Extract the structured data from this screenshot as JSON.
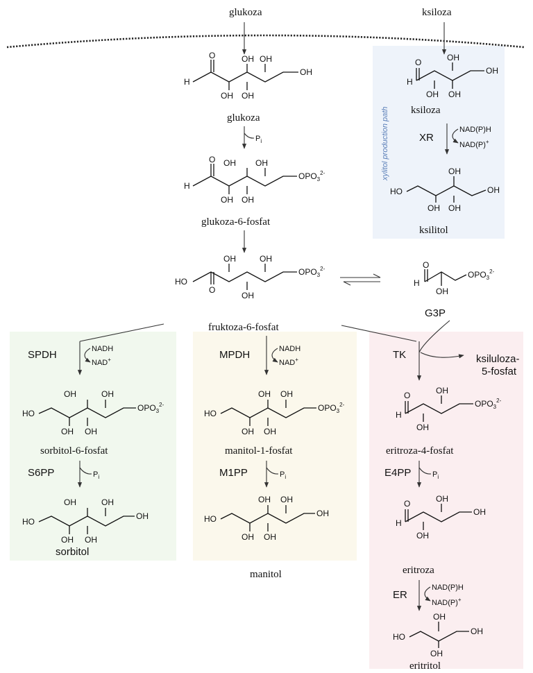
{
  "labels": {
    "glucose_in": "glukoza",
    "xylose_in": "ksiloza",
    "glucose": "glukoza",
    "g6p": "glukoza-6-fosfat",
    "f6p": "fruktoza-6-fosfat",
    "g3p": "G3P",
    "xylose": "ksiloza",
    "xylitol": "ksilitol",
    "xylitol_path": "xylitol production path",
    "xu5p_1": "ksiluloza-",
    "xu5p_2": "5-fosfat",
    "s6p": "sorbitol-6-fosfat",
    "sorbitol": "sorbitol",
    "m1p": "manitol-1-fosfat",
    "mannitol": "manitol",
    "e4p": "eritroza-4-fosfat",
    "erythrose": "eritroza",
    "erythritol": "eritritol"
  },
  "enzymes": {
    "xr": "XR",
    "spdh": "SPDH",
    "s6pp": "S6PP",
    "mpdh": "MPDH",
    "m1pp": "M1PP",
    "tk": "TK",
    "e4pp": "E4PP",
    "er": "ER"
  },
  "cofactors": {
    "pi": "P",
    "pi_sub": "i",
    "nadh": "NADH",
    "nad": "NAD",
    "nad_sup": "+",
    "nadph": "NAD(P)H",
    "nadp": "NAD(P)",
    "nadp_sup": "+"
  },
  "groups": {
    "oh": "OH",
    "ho": "HO",
    "h": "H",
    "o": "O",
    "opo": "OPO",
    "opo_sub": "3",
    "opo_sup": "2-"
  },
  "colors": {
    "xylitol_box": "#eef3fa",
    "sorbitol_box": "#f1f8ee",
    "mannitol_box": "#fbf8ec",
    "erythritol_box": "#fbeef0",
    "path_text": "#5b7fb8"
  }
}
